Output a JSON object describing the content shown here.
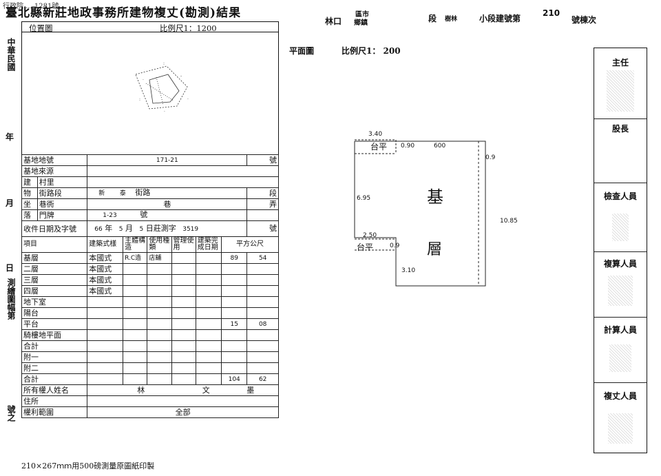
{
  "document": {
    "top_stamp": "行政院 ... 1281號",
    "title": "臺北縣新莊地政事務所建物複丈(勘測)結果",
    "location_label": "位置圖",
    "location_scale": "比例尺1：1200",
    "side_labels": [
      "中華民國",
      "年",
      "月",
      "日",
      "測繪圖幅第",
      "號之"
    ],
    "bottom_note": "210×267ｍｍ用500磅測量原圖紙印製"
  },
  "header_right": {
    "township": "林口",
    "township_suffix": "鄉鎮",
    "city_suffix": "區市",
    "section_prefix": "段",
    "section_name": "樹林",
    "subsection": "小段建號第",
    "building_no": "210",
    "building_no_suffix": "號棟次"
  },
  "plan": {
    "label": "平面圖",
    "scale": "比例尺1： 200",
    "floor_char_1": "基",
    "floor_char_2": "層",
    "dims": {
      "top_left_w": "3.40",
      "top_label": "台平",
      "d1": "0.90",
      "d2": "600",
      "d3": "0.9",
      "left_h": "6.95",
      "right_h": "10.85",
      "mid_w": "2.50",
      "low_label": "台平",
      "d4": "0.9",
      "bottom": "3.10"
    }
  },
  "registry": {
    "rows": [
      {
        "label": "基地地號",
        "value": "171-21",
        "suffix": "號"
      },
      {
        "label": "基地來源",
        "value": "",
        "suffix": ""
      }
    ],
    "addr": {
      "group": [
        "建",
        "物",
        "坐",
        "落"
      ],
      "village": "村里",
      "street": "街路段",
      "street_val1": "新",
      "street_val2": "泰",
      "street_val3": "街路",
      "street_suffix": "段",
      "lane": "巷衖",
      "lane_val": "巷",
      "lane_suffix": "弄",
      "door": "門牌",
      "door_val": "1-23",
      "door_suffix": "號"
    },
    "receive": {
      "label": "收件日期及字號",
      "yy": "66",
      "mm": "5",
      "dd": "5",
      "text_year": "年",
      "text_month": "月",
      "text_day": "日莊測字",
      "no": "3519",
      "suffix": "號"
    },
    "cols": [
      "項目",
      "建築式樣",
      "主體構造",
      "使用種類",
      "管理使用",
      "建築完成日期",
      "平方公尺"
    ],
    "floors": [
      {
        "item": "基層",
        "style": "本國式",
        "struct": "R.C造",
        "use": "店舖",
        "area_i": "89",
        "area_d": "54"
      },
      {
        "item": "二層",
        "style": "本國式",
        "struct": "",
        "use": "",
        "area_i": "",
        "area_d": ""
      },
      {
        "item": "三層",
        "style": "本國式",
        "struct": "",
        "use": "",
        "area_i": "",
        "area_d": ""
      },
      {
        "item": "四層",
        "style": "本國式",
        "struct": "",
        "use": "",
        "area_i": "",
        "area_d": ""
      },
      {
        "item": "地下室",
        "style": "",
        "struct": "",
        "use": "",
        "area_i": "",
        "area_d": ""
      },
      {
        "item": "陽台",
        "style": "",
        "struct": "",
        "use": "",
        "area_i": "",
        "area_d": ""
      },
      {
        "item": "平台",
        "style": "",
        "struct": "",
        "use": "",
        "area_i": "15",
        "area_d": "08"
      },
      {
        "item": "騎樓地平面",
        "style": "",
        "struct": "",
        "use": "",
        "area_i": "",
        "area_d": ""
      },
      {
        "item": "合計",
        "style": "",
        "struct": "",
        "use": "",
        "area_i": "",
        "area_d": ""
      },
      {
        "item": "附一",
        "style": "",
        "struct": "",
        "use": "",
        "area_i": "",
        "area_d": ""
      },
      {
        "item": "附二",
        "style": "",
        "struct": "",
        "use": "",
        "area_i": "",
        "area_d": ""
      },
      {
        "item": "合計",
        "style": "",
        "struct": "",
        "use": "",
        "area_i": "104",
        "area_d": "62"
      }
    ],
    "owner_label": "所有權人姓名",
    "owner": [
      "林",
      "文",
      "墨"
    ],
    "address_label": "住所",
    "rights_label": "權利範圍",
    "rights_value": "全部"
  },
  "officials": [
    "主任",
    "股長",
    "檢查人員",
    "複算人員",
    "計算人員",
    "複丈人員"
  ]
}
